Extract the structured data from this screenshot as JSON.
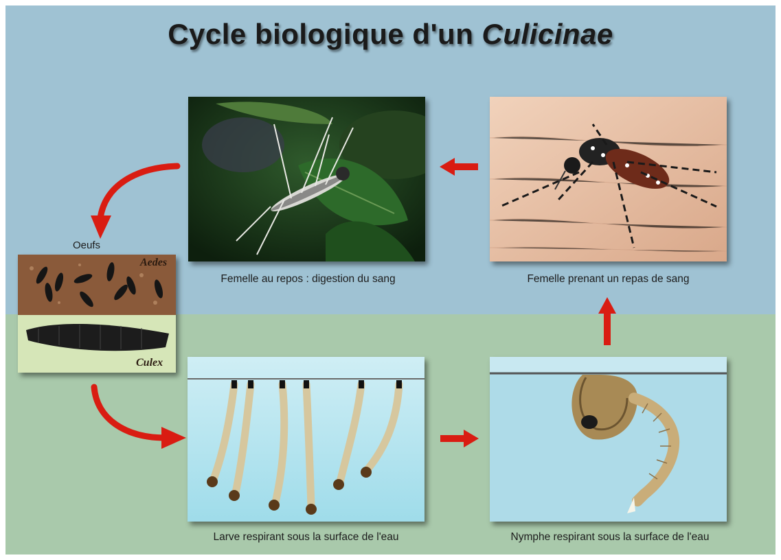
{
  "title": {
    "main": "Cycle biologique d'un ",
    "italic": "Culicinae"
  },
  "stages": {
    "rest": {
      "caption": "Femelle au repos : digestion du sang"
    },
    "blood_meal": {
      "caption": "Femelle prenant un repas de sang"
    },
    "eggs": {
      "label": "Oeufs",
      "species_top": "Aedes",
      "species_bottom": "Culex"
    },
    "larva": {
      "caption": "Larve respirant sous la surface de l'eau"
    },
    "pupa": {
      "caption": "Nymphe respirant sous la surface de l'eau"
    }
  },
  "colors": {
    "top_bg": "#9fc2d3",
    "bottom_bg": "#a9c9ab",
    "arrow": "#d91c12"
  }
}
